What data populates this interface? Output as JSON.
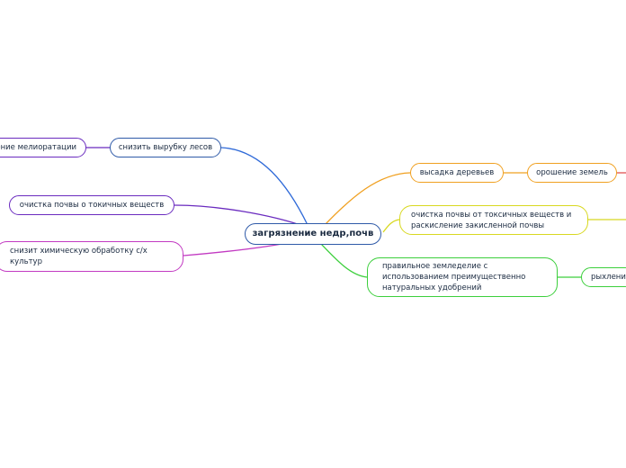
{
  "center": {
    "label": "загрязнение недр,почв",
    "color": "#2f5aa8"
  },
  "nodes": {
    "snizit_vyrubku": {
      "label": "снизить вырубку лесов",
      "color": "#2f5aa8"
    },
    "melioratsii": {
      "label": "ение мелиоратации",
      "color": "#6a2bbf"
    },
    "ochistka_tokichnyh": {
      "label": "очистка почвы о токичных веществ",
      "color": "#6a2bbf"
    },
    "snizit_himicheskuyu": {
      "label": "снизит химическую обработку с/х культур",
      "color": "#c23ac2"
    },
    "vysadka": {
      "label": "высадка деревьев",
      "color": "#f0a020"
    },
    "oroshenie": {
      "label": "орошение земель",
      "color": "#f0a020"
    },
    "ochistka_raskislenie": {
      "label": "очистка почвы от токсичных веществ и раскисление закисленной почвы",
      "color": "#d8d820"
    },
    "pravilnoe": {
      "label": "правильное земледелие с использованием преимущественно натуральных удобрений",
      "color": "#3ccf3c"
    },
    "ryhlenie": {
      "label": "рыхление",
      "color": "#3ccf3c"
    }
  },
  "edge_colors": {
    "blue": "#2f6ad8",
    "purple": "#6a2bbf",
    "magenta": "#c23ac2",
    "orange": "#f0a020",
    "yellow": "#d8d820",
    "green": "#3ccf3c",
    "red": "#e05050"
  }
}
